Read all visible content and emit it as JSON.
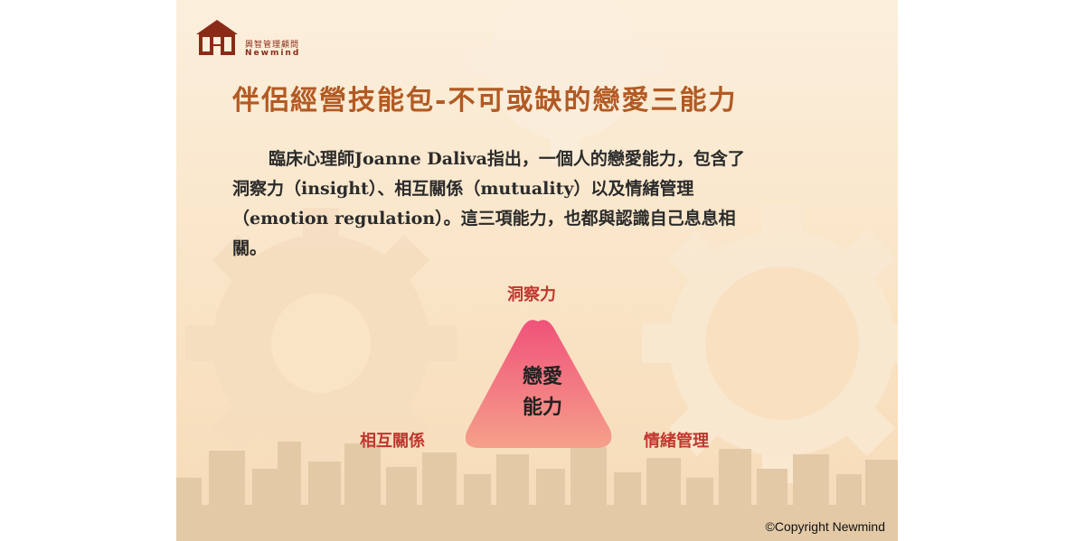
{
  "brand": {
    "name_cn": "興智管理顧問",
    "name_en": "Newmind"
  },
  "slide": {
    "title": "伴侶經營技能包-不可或缺的戀愛三能力",
    "paragraph_lines": [
      "臨床心理師Joanne Daliva指出，一個人的戀愛能力，包含了",
      "洞察力（insight）、相互關係（mutuality）以及情緒管理",
      "（emotion regulation）。這三項能力，也都與認識自己息息相",
      "關。"
    ],
    "diagram": {
      "center_line1": "戀愛",
      "center_line2": "能力",
      "top_label": "洞察力",
      "left_label": "相互關係",
      "right_label": "情緒管理"
    },
    "copyright": "©Copyright Newmind"
  },
  "colors": {
    "title": "#b25a24",
    "label": "#c0372f",
    "triangle_top": "#f0527a",
    "triangle_bottom": "#f5a08a",
    "logo": "#8a2b17"
  }
}
